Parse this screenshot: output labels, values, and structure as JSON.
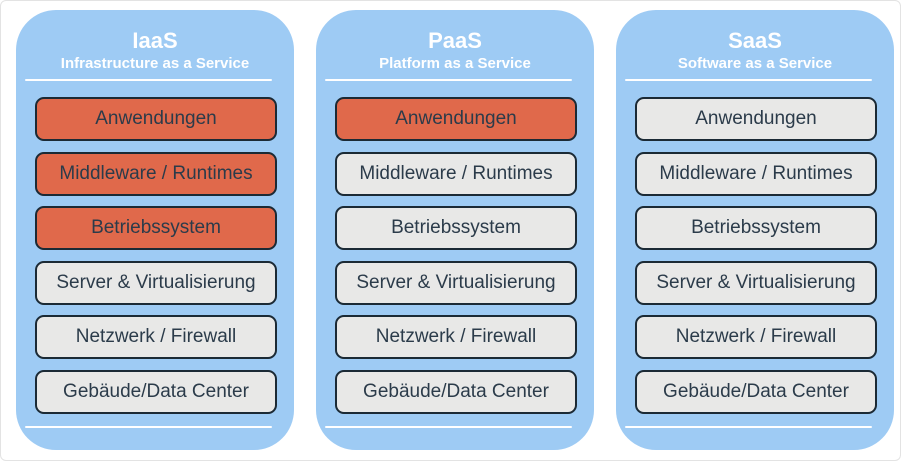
{
  "colors": {
    "column_background": "#9ECBF4",
    "customer_managed_fill": "#E0694B",
    "provider_managed_fill": "#E8E8E7",
    "box_border": "#1B2A35",
    "box_text": "#2B3B4A",
    "header_text": "#FFFFFF",
    "divider": "#FFFFFF"
  },
  "columns": [
    {
      "title": "IaaS",
      "subtitle": "Infrastructure as a Service",
      "layers": [
        {
          "label": "Anwendungen",
          "highlighted": true
        },
        {
          "label": "Middleware / Runtimes",
          "highlighted": true
        },
        {
          "label": "Betriebssystem",
          "highlighted": true
        },
        {
          "label": "Server & Virtualisierung",
          "highlighted": false
        },
        {
          "label": "Netzwerk / Firewall",
          "highlighted": false
        },
        {
          "label": "Gebäude/Data Center",
          "highlighted": false
        }
      ]
    },
    {
      "title": "PaaS",
      "subtitle": "Platform as a Service",
      "layers": [
        {
          "label": "Anwendungen",
          "highlighted": true
        },
        {
          "label": "Middleware / Runtimes",
          "highlighted": false
        },
        {
          "label": "Betriebssystem",
          "highlighted": false
        },
        {
          "label": "Server & Virtualisierung",
          "highlighted": false
        },
        {
          "label": "Netzwerk / Firewall",
          "highlighted": false
        },
        {
          "label": "Gebäude/Data Center",
          "highlighted": false
        }
      ]
    },
    {
      "title": "SaaS",
      "subtitle": "Software as a Service",
      "layers": [
        {
          "label": "Anwendungen",
          "highlighted": false
        },
        {
          "label": "Middleware / Runtimes",
          "highlighted": false
        },
        {
          "label": "Betriebssystem",
          "highlighted": false
        },
        {
          "label": "Server & Virtualisierung",
          "highlighted": false
        },
        {
          "label": "Netzwerk / Firewall",
          "highlighted": false
        },
        {
          "label": "Gebäude/Data Center",
          "highlighted": false
        }
      ]
    }
  ]
}
